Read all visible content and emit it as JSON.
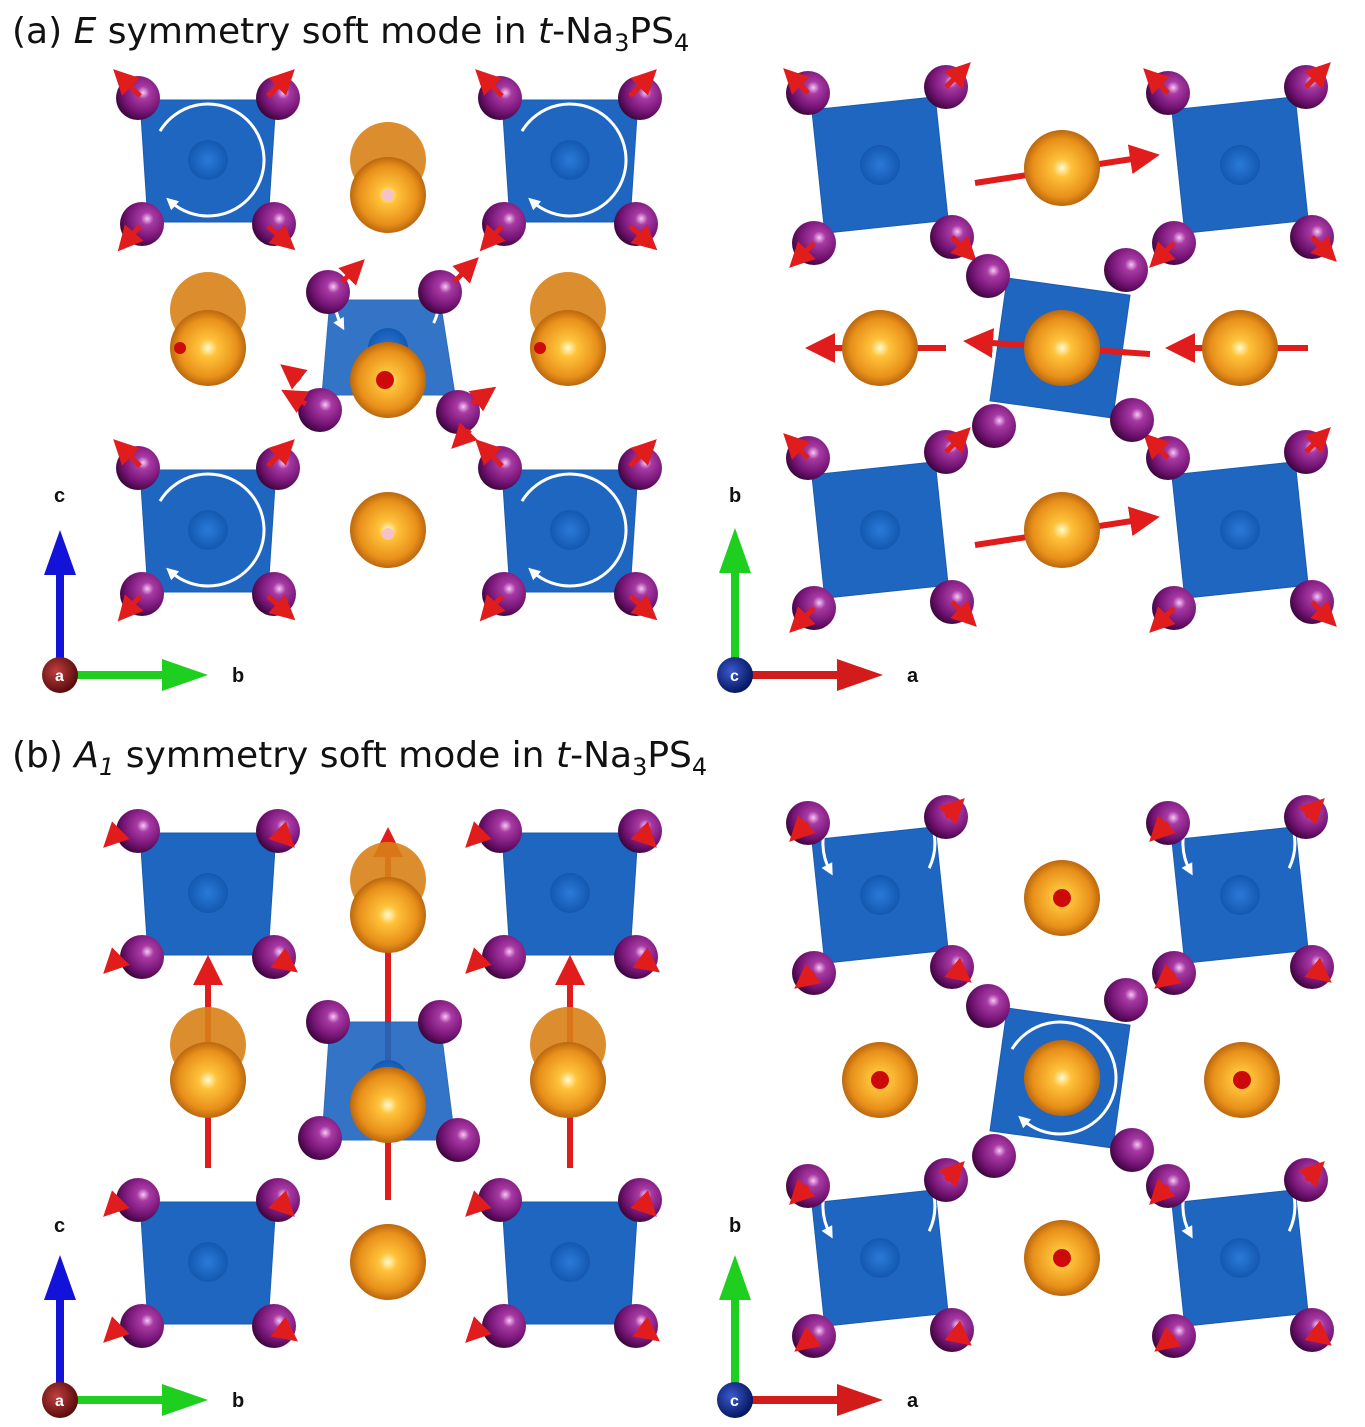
{
  "titles": {
    "a": {
      "prefix": "(a) ",
      "mode": "E",
      "middle": " symmetry soft mode in ",
      "compound_italic": "t",
      "compound_dash": "-Na",
      "sub1": "3",
      "ps": "PS",
      "sub2": "4"
    },
    "b": {
      "prefix": "(b) ",
      "mode": "A",
      "mode_sub": "1",
      "middle": " symmetry soft mode in ",
      "compound_italic": "t",
      "compound_dash": "-Na",
      "sub1": "3",
      "ps": "PS",
      "sub2": "4"
    }
  },
  "axes": {
    "bc_view": {
      "vertical": "c",
      "horizontal": "b",
      "origin": "a"
    },
    "ab_view": {
      "vertical": "b",
      "horizontal": "a",
      "origin": "c"
    }
  },
  "atoms": {
    "na": {
      "color": "#e8901a"
    },
    "s": {
      "color": "#7a1a78"
    },
    "ps4_polyhedron": {
      "color": "#1e66c0"
    },
    "displacement_arrow": {
      "color": "#dd1c1c"
    },
    "rotation_arrow": {
      "color": "#ffffff"
    }
  },
  "axis_colors": {
    "a": "#d21c1c",
    "b": "#1fcf1f",
    "c": "#1212d8",
    "a_origin": "#8b1a1a",
    "c_origin": "#0a1f8c"
  }
}
